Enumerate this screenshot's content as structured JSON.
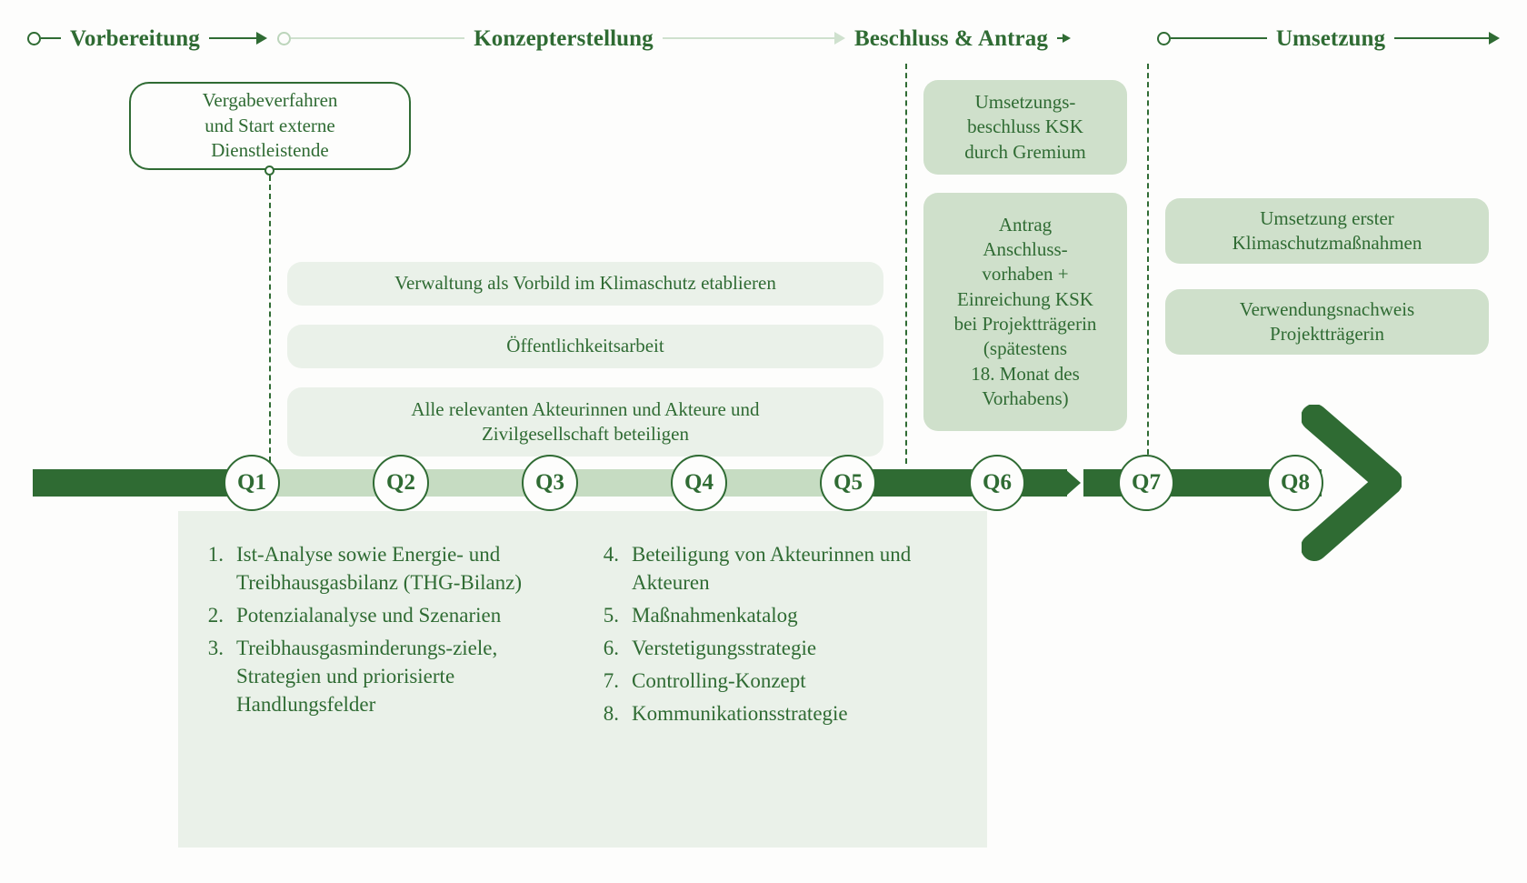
{
  "meta": {
    "accent_dark": "#2f6b33",
    "accent_mid": "#c6dcc2",
    "accent_light": "#eaf1e9",
    "pill_mid": "#cfe0cb",
    "background": "#fdfdfc"
  },
  "phases": [
    {
      "label": "Vorbereitung",
      "style": "dark"
    },
    {
      "label": "Konzepterstellung",
      "style": "muted"
    },
    {
      "label": "Beschluss & Antrag",
      "style": "dark"
    },
    {
      "label": "Umsetzung",
      "style": "dark"
    }
  ],
  "callout": {
    "label": "Vergabeverfahren und Start externe Dienstleistende",
    "line1": "Vergabeverfahren",
    "line2": "und Start externe",
    "line3": "Dienstleistende"
  },
  "concept_pills": [
    {
      "label": "Verwaltung als Vorbild im Klimaschutz etablieren"
    },
    {
      "label": "Öffentlichkeitsarbeit"
    },
    {
      "label": "Alle relevanten Akteurinnen und Akteure und Zivilgesellschaft beteiligen"
    }
  ],
  "decision_pills": [
    {
      "label": "Umsetzungs-\nbeschluss KSK\ndurch Gremium"
    },
    {
      "label": "Antrag\nAnschluss-\nvorhaben +\nEinreichung KSK\nbei Projektträgerin\n(spätestens\n18. Monat des\nVorhabens)"
    }
  ],
  "implementation_pills": [
    {
      "label": "Umsetzung erster Klimaschutzmaßnahmen"
    },
    {
      "label": "Verwendungsnachweis Projektträgerin"
    }
  ],
  "quarters": [
    {
      "label": "Q1"
    },
    {
      "label": "Q2"
    },
    {
      "label": "Q3"
    },
    {
      "label": "Q4"
    },
    {
      "label": "Q5"
    },
    {
      "label": "Q6"
    },
    {
      "label": "Q7"
    },
    {
      "label": "Q8"
    }
  ],
  "tasks": {
    "column_left": [
      {
        "num": "1.",
        "text": "Ist-Analyse sowie Energie- und Treibhausgasbilanz (THG-Bilanz)"
      },
      {
        "num": "2.",
        "text": "Potenzialanalyse und Szenarien"
      },
      {
        "num": "3.",
        "text": "Treibhausgasminderungs-ziele, Strategien und priorisierte Handlungsfelder"
      }
    ],
    "column_right": [
      {
        "num": "4.",
        "text": "Beteiligung von Akteurinnen und Akteuren"
      },
      {
        "num": "5.",
        "text": "Maßnahmenkatalog"
      },
      {
        "num": "6.",
        "text": "Verstetigungsstrategie"
      },
      {
        "num": "7.",
        "text": "Controlling-Konzept"
      },
      {
        "num": "8.",
        "text": "Kommunikationsstrategie"
      }
    ]
  }
}
